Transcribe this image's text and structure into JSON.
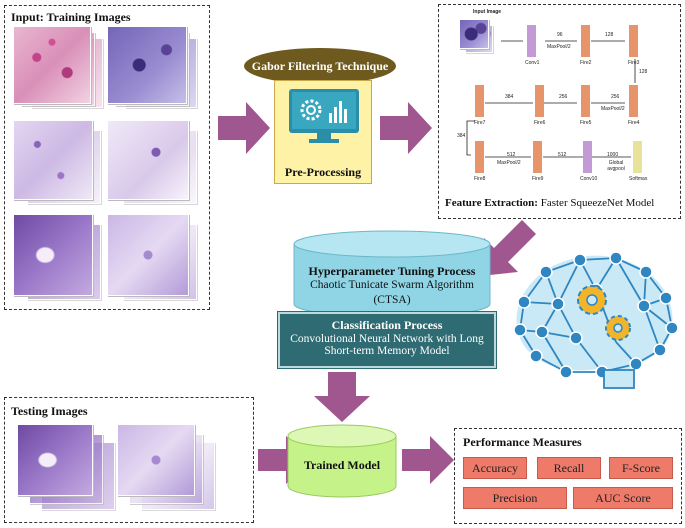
{
  "training": {
    "title": "Input: Training Images"
  },
  "gabor": {
    "title": "Gabor Filtering Technique",
    "caption": "Pre-Processing"
  },
  "feature": {
    "title_bold": "Feature Extraction:",
    "title_rest": " Faster SqueezeNet Model",
    "input_label": "Input Image",
    "layers": [
      "Conv1",
      "Fire2",
      "Fire3",
      "Fire4",
      "Fire5",
      "Fire6",
      "Fire7",
      "Fire8",
      "Fire9",
      "Conv10",
      "Softmax"
    ],
    "edges": [
      "96",
      "128",
      "128",
      "256",
      "256",
      "384",
      "384",
      "512",
      "512",
      "1000"
    ],
    "pools": [
      "MaxPool/2",
      "MaxPool/2",
      "MaxPool/2"
    ],
    "global": "Global avgpool"
  },
  "hyper": {
    "title": "Hyperparameter Tuning Process",
    "line1": "Chaotic Tunicate Swarm Algorithm",
    "line2": "(CTSA)"
  },
  "classify": {
    "title": "Classification Process",
    "line1": "Convolutional Neural Network with Long",
    "line2": "Short-term Memory Model"
  },
  "testing": {
    "title": "Testing Images"
  },
  "trained": {
    "label": "Trained Model"
  },
  "performance": {
    "title": "Performance Measures",
    "metrics": [
      "Accuracy",
      "Recall",
      "F-Score",
      "Precision",
      "AUC Score"
    ]
  },
  "colors": {
    "arrow": "#a0568f",
    "layer_orange": "#e8946a",
    "layer_purple": "#c49ad6",
    "layer_yellow": "#e8e29a",
    "teal": "#2e6b73",
    "cyan": "#8fd5e6",
    "green": "#c6f28a",
    "metric": "#ee7a6a"
  }
}
